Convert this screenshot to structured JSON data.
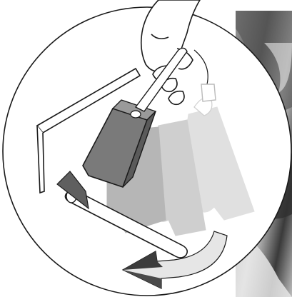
{
  "figure": {
    "kind": "instruction-illustration",
    "subject": "cartridge-installation",
    "action": "tilt-cartridge-down-onto-holder-bar",
    "ghost_steps": 3,
    "icons": [
      "hand-icon",
      "cartridge-icon",
      "rotate-arrow-icon",
      "holder-bar-icon"
    ],
    "colors": {
      "outline": "#1a1a1a",
      "cartridge_dark": "#7a7a7a",
      "cartridge_mid": "#a8a8a8",
      "cartridge_light": "#c8c8c8",
      "cartridge_faint": "#dcdcdc",
      "arrow_dark": "#4a4a4a",
      "arrow_light": "#e6e6e6",
      "photo_dark": "#3c3c3c",
      "photo_light": "#e4e4e4"
    }
  }
}
